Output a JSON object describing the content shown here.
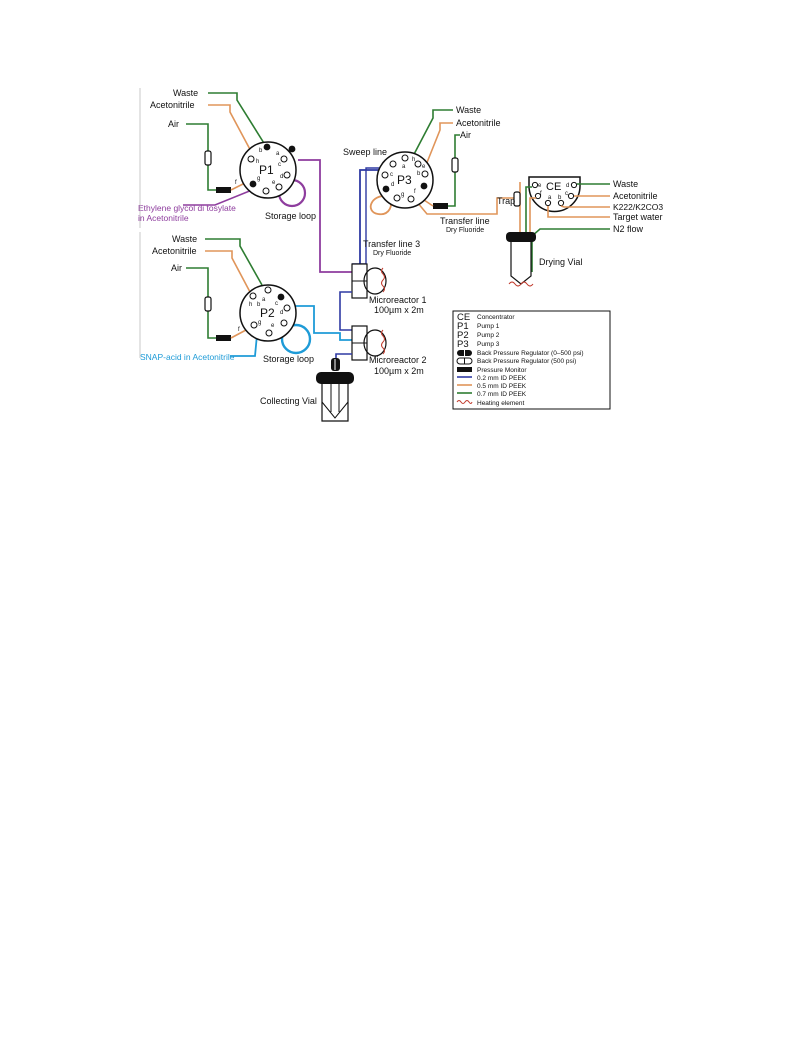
{
  "colors": {
    "green": "#2e7d32",
    "orange": "#e0955a",
    "purple": "#8e3d9e",
    "blue": "#2f3aa3",
    "cyan": "#1e9bd7",
    "black": "#111111"
  },
  "p1": {
    "label": "P1",
    "ports": [
      "a",
      "b",
      "c",
      "d",
      "e",
      "f",
      "g",
      "h"
    ],
    "waste": "Waste",
    "acetonitrile": "Acetonitrile",
    "air": "Air",
    "reagent_line1": "Ethylene glycol di tosylate",
    "reagent_line2": "in Acetonitrile",
    "storage_loop": "Storage loop"
  },
  "p2": {
    "label": "P2",
    "ports": [
      "a",
      "b",
      "c",
      "d",
      "e",
      "f",
      "g",
      "h"
    ],
    "waste": "Waste",
    "acetonitrile": "Acetonitrile",
    "air": "Air",
    "reagent": "SNAP-acid in Acetonitrile",
    "storage_loop": "Storage loop"
  },
  "p3": {
    "label": "P3",
    "ports": [
      "a",
      "b",
      "c",
      "d",
      "e",
      "f",
      "g",
      "h"
    ],
    "waste": "Waste",
    "acetonitrile": "Acetonitrile",
    "air": "Air",
    "sweep_line": "Sweep line"
  },
  "ce": {
    "label": "CE",
    "ports": [
      "a",
      "b",
      "c",
      "d",
      "e",
      "f"
    ],
    "waste": "Waste",
    "acetonitrile": "Acetonitrile",
    "k222": "K222/K2CO3",
    "target_water": "Target water",
    "n2_flow": "N2 flow",
    "trap": "Trap",
    "drying_vial": "Drying Vial"
  },
  "transfer": {
    "line": "Transfer line",
    "line_sub": "Dry Fluoride",
    "line3": "Transfer line 3",
    "line3_sub": "Dry Fluoride"
  },
  "reactors": {
    "r1_name": "Microreactor 1",
    "r1_dims": "100µm x 2m",
    "r2_name": "Microreactor 2",
    "r2_dims": "100µm x 2m",
    "collecting_vial": "Collecting Vial"
  },
  "legend": {
    "items": [
      {
        "key": "CE",
        "label": "Concentrator"
      },
      {
        "key": "P1",
        "label": "Pump 1"
      },
      {
        "key": "P2",
        "label": "Pump 2"
      },
      {
        "key": "P3",
        "label": "Pump 3"
      },
      {
        "key": "bpr1",
        "label": "Back Pressure Regulator (0–500 psi)"
      },
      {
        "key": "bpr2",
        "label": "Back Pressure Regulator (500 psi)"
      },
      {
        "key": "pm",
        "label": "Pressure Monitor"
      },
      {
        "key": "l02",
        "label": "0.2 mm ID PEEK"
      },
      {
        "key": "l05",
        "label": "0.5 mm ID PEEK"
      },
      {
        "key": "l07",
        "label": "0.7 mm ID PEEK"
      },
      {
        "key": "heat",
        "label": "Heating element"
      }
    ]
  }
}
